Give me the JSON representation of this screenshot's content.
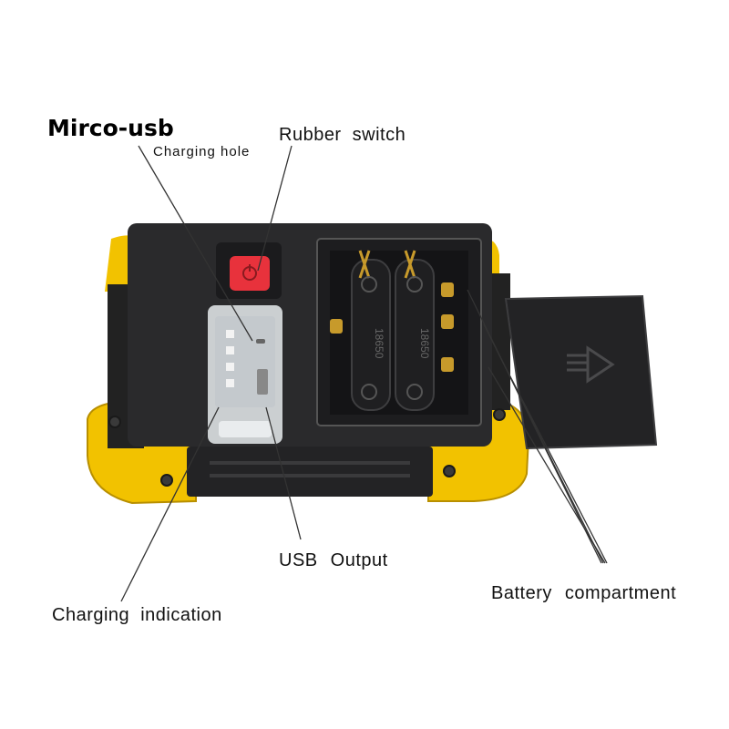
{
  "labels": {
    "micro_usb": "Mirco-usb",
    "charging_hole": "Charging hole",
    "rubber_switch": "Rubber switch",
    "usb_output": "USB Output",
    "battery_compartment": "Battery compartment",
    "charging_indication": "Charging indication"
  },
  "battery_text": [
    "18650",
    "18650"
  ],
  "colors": {
    "housing": "#2a2a2c",
    "bumper": "#f2c200",
    "switch": "#e8323c",
    "cover": "#d9dde0",
    "leader": "#333333"
  }
}
